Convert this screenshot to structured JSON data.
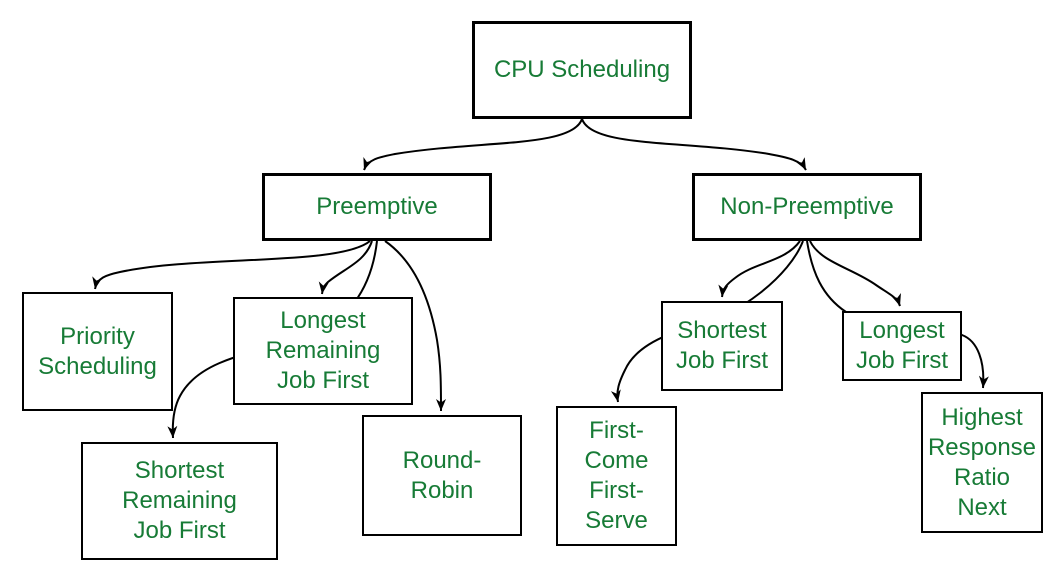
{
  "diagram": {
    "type": "tree",
    "title": "CPU Scheduling",
    "colors": {
      "background": "#ffffff",
      "box_border": "#000000",
      "edge": "#000000",
      "text": "#177b36"
    },
    "nodes": [
      {
        "id": "cpu-scheduling",
        "label": "CPU Scheduling",
        "lines": [
          "CPU Scheduling"
        ]
      },
      {
        "id": "preemptive",
        "label": "Preemptive",
        "lines": [
          "Preemptive"
        ]
      },
      {
        "id": "non-preemptive",
        "label": "Non-Preemptive",
        "lines": [
          "Non-Preemptive"
        ]
      },
      {
        "id": "priority-scheduling",
        "label": "Priority Scheduling",
        "lines": [
          "Priority",
          "Scheduling"
        ]
      },
      {
        "id": "longest-remaining-job-first",
        "label": "Longest Remaining Job First",
        "lines": [
          "Longest",
          "Remaining",
          "Job First"
        ]
      },
      {
        "id": "shortest-remaining-job-first",
        "label": "Shortest Remaining Job First",
        "lines": [
          "Shortest",
          "Remaining",
          "Job First"
        ]
      },
      {
        "id": "round-robin",
        "label": "Round-Robin",
        "lines": [
          "Round-",
          "Robin"
        ]
      },
      {
        "id": "shortest-job-first",
        "label": "Shortest Job First",
        "lines": [
          "Shortest",
          "Job First"
        ]
      },
      {
        "id": "longest-job-first",
        "label": "Longest Job First",
        "lines": [
          "Longest",
          "Job First"
        ]
      },
      {
        "id": "first-come-first-serve",
        "label": "First-Come First-Serve",
        "lines": [
          "First-",
          "Come",
          "First-",
          "Serve"
        ]
      },
      {
        "id": "highest-response-ratio-next",
        "label": "Highest Response Ratio Next",
        "lines": [
          "Highest",
          "Response",
          "Ratio",
          "Next"
        ]
      }
    ],
    "edges": [
      {
        "from": "cpu-scheduling",
        "to": "preemptive"
      },
      {
        "from": "cpu-scheduling",
        "to": "non-preemptive"
      },
      {
        "from": "preemptive",
        "to": "priority-scheduling"
      },
      {
        "from": "preemptive",
        "to": "longest-remaining-job-first"
      },
      {
        "from": "preemptive",
        "to": "shortest-remaining-job-first"
      },
      {
        "from": "preemptive",
        "to": "round-robin"
      },
      {
        "from": "non-preemptive",
        "to": "shortest-job-first"
      },
      {
        "from": "non-preemptive",
        "to": "first-come-first-serve"
      },
      {
        "from": "non-preemptive",
        "to": "longest-job-first"
      },
      {
        "from": "non-preemptive",
        "to": "highest-response-ratio-next"
      }
    ]
  }
}
